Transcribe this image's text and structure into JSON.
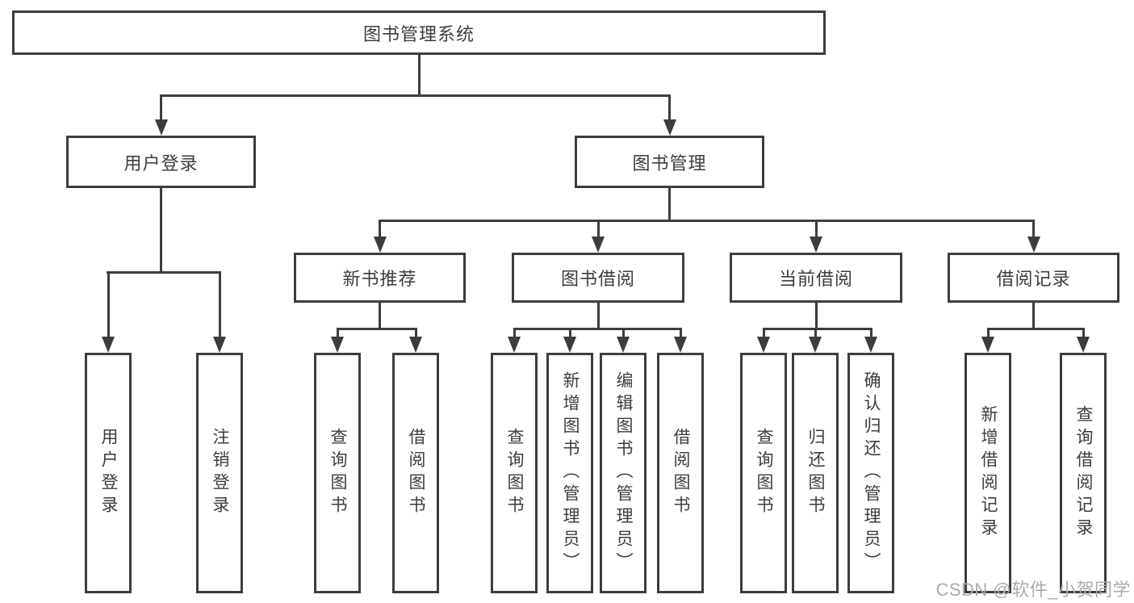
{
  "tree": {
    "root": {
      "label": "图书管理系统"
    },
    "branches": [
      {
        "label": "用户登录",
        "children": [
          {
            "label": "用户登录"
          },
          {
            "label": "注销登录"
          }
        ]
      },
      {
        "label": "图书管理",
        "sections": [
          {
            "label": "新书推荐",
            "children": [
              {
                "label": "查询图书"
              },
              {
                "label": "借阅图书"
              }
            ]
          },
          {
            "label": "图书借阅",
            "children": [
              {
                "label": "查询图书"
              },
              {
                "label": "新增图书（管理员）"
              },
              {
                "label": "编辑图书（管理员）"
              },
              {
                "label": "借阅图书"
              }
            ]
          },
          {
            "label": "当前借阅",
            "children": [
              {
                "label": "查询图书"
              },
              {
                "label": "归还图书"
              },
              {
                "label": "确认归还（管理员）"
              }
            ]
          },
          {
            "label": "借阅记录",
            "children": [
              {
                "label": "新增借阅记录"
              },
              {
                "label": "查询借阅记录"
              }
            ]
          }
        ]
      }
    ]
  },
  "watermark": {
    "text": "CSDN @软件_小贺同学"
  },
  "colors": {
    "line": "#3d3d3d",
    "box_border": "#3d3d3d",
    "text": "#3d3d3d",
    "watermark": "#ababab",
    "background": "#ffffff"
  }
}
